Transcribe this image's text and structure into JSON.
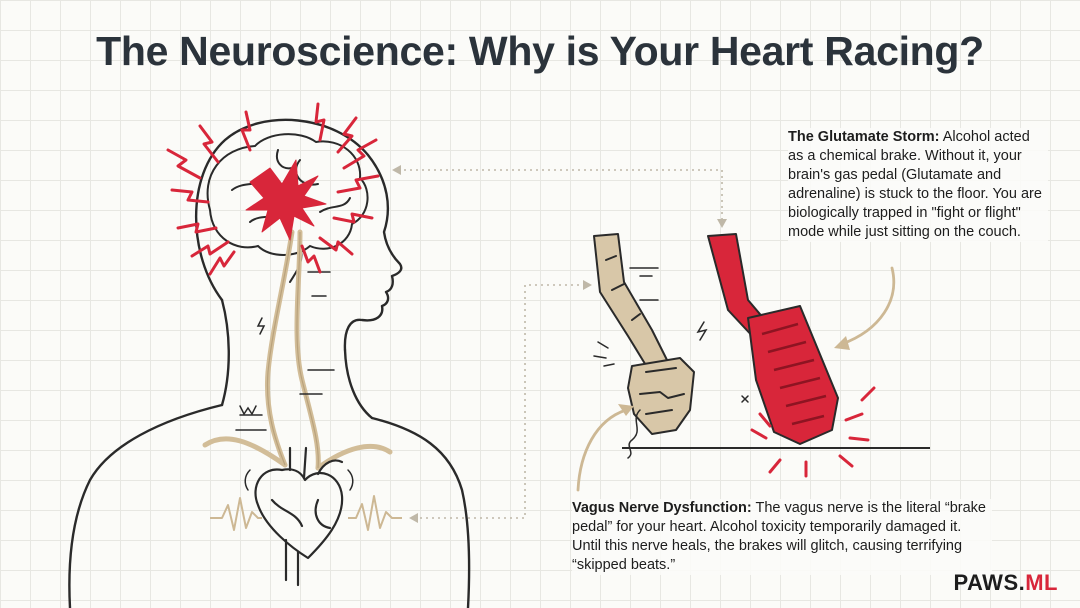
{
  "title": "The Neuroscience: Why is Your Heart Racing?",
  "annotations": {
    "glutamate": {
      "heading": "The Glutamate Storm:",
      "text": "Alcohol acted as a chemical brake. Without it, your brain's gas pedal (Glutamate and adrenaline) is stuck to the floor. You are biologically trapped in \"fight or flight\" mode while just sitting on the couch."
    },
    "vagus": {
      "heading": "Vagus Nerve Dysfunction:",
      "text": "The vagus nerve is the literal “brake pedal” for your heart. Alcohol toxicity temporarily damaged it. Until this nerve heals, the brakes will glitch, causing terrifying “skipped beats.”"
    }
  },
  "logo": {
    "main": "PAWS.",
    "accent": "ML"
  },
  "colors": {
    "red": "#d8263a",
    "tan": "#d8c7a8",
    "ink": "#2a2a2a",
    "title": "#2b333b"
  },
  "icons": [
    "brain-icon",
    "heart-icon",
    "brake-pedal-icon",
    "gas-pedal-icon",
    "lightning-burst-icon"
  ]
}
